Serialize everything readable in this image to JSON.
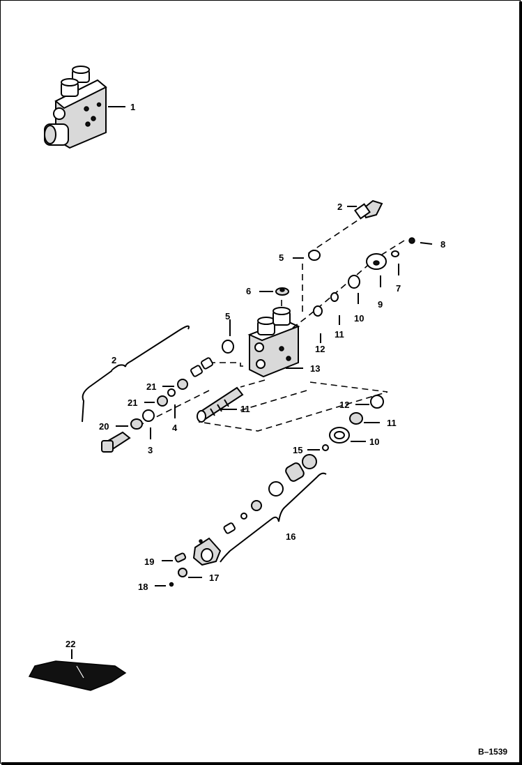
{
  "callouts": [
    {
      "id": "c1",
      "text": "1"
    },
    {
      "id": "c2a",
      "text": "2"
    },
    {
      "id": "c2b",
      "text": "2"
    },
    {
      "id": "c3",
      "text": "3"
    },
    {
      "id": "c4",
      "text": "4"
    },
    {
      "id": "c5a",
      "text": "5"
    },
    {
      "id": "c5b",
      "text": "5"
    },
    {
      "id": "c6",
      "text": "6"
    },
    {
      "id": "c7",
      "text": "7"
    },
    {
      "id": "c8",
      "text": "8"
    },
    {
      "id": "c9",
      "text": "9"
    },
    {
      "id": "c10a",
      "text": "10"
    },
    {
      "id": "c10b",
      "text": "10"
    },
    {
      "id": "c11a",
      "text": "11"
    },
    {
      "id": "c11b",
      "text": "11"
    },
    {
      "id": "c11c",
      "text": "11"
    },
    {
      "id": "c12a",
      "text": "12"
    },
    {
      "id": "c12b",
      "text": "12"
    },
    {
      "id": "c13",
      "text": "13"
    },
    {
      "id": "c15",
      "text": "15"
    },
    {
      "id": "c16",
      "text": "16"
    },
    {
      "id": "c17",
      "text": "17"
    },
    {
      "id": "c18",
      "text": "18"
    },
    {
      "id": "c19",
      "text": "19"
    },
    {
      "id": "c20",
      "text": "20"
    },
    {
      "id": "c21a",
      "text": "21"
    },
    {
      "id": "c21b",
      "text": "21"
    },
    {
      "id": "c22",
      "text": "22"
    }
  ],
  "figure_code": "B–1539"
}
